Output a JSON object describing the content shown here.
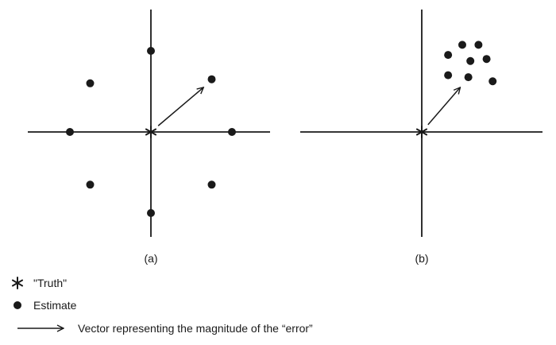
{
  "colors": {
    "ink": "#1a1a1a",
    "background": "#ffffff"
  },
  "panels": [
    {
      "label": "(a)",
      "estimates": [
        {
          "x": 0,
          "y": 2
        },
        {
          "x": -1.5,
          "y": 1.2
        },
        {
          "x": 1.5,
          "y": 1.3
        },
        {
          "x": -2,
          "y": 0
        },
        {
          "x": 2,
          "y": 0
        },
        {
          "x": -1.5,
          "y": -1.3
        },
        {
          "x": 1.5,
          "y": -1.3
        },
        {
          "x": 0,
          "y": -2
        }
      ],
      "error_vector": {
        "from": [
          0,
          0
        ],
        "to": [
          1.3,
          1.1
        ]
      }
    },
    {
      "label": "(b)",
      "estimates": [
        {
          "x": 0.65,
          "y": 1.9
        },
        {
          "x": 1.0,
          "y": 2.15
        },
        {
          "x": 1.4,
          "y": 2.15
        },
        {
          "x": 1.2,
          "y": 1.75
        },
        {
          "x": 1.6,
          "y": 1.8
        },
        {
          "x": 0.65,
          "y": 1.4
        },
        {
          "x": 1.15,
          "y": 1.35
        },
        {
          "x": 1.75,
          "y": 1.25
        }
      ],
      "error_vector": {
        "from": [
          0,
          0
        ],
        "to": [
          0.95,
          1.1
        ]
      }
    }
  ],
  "legend": {
    "truth_label": "\"Truth\"",
    "estimate_label": "Estimate",
    "vector_label": "Vector representing the magnitude of the “error”"
  }
}
